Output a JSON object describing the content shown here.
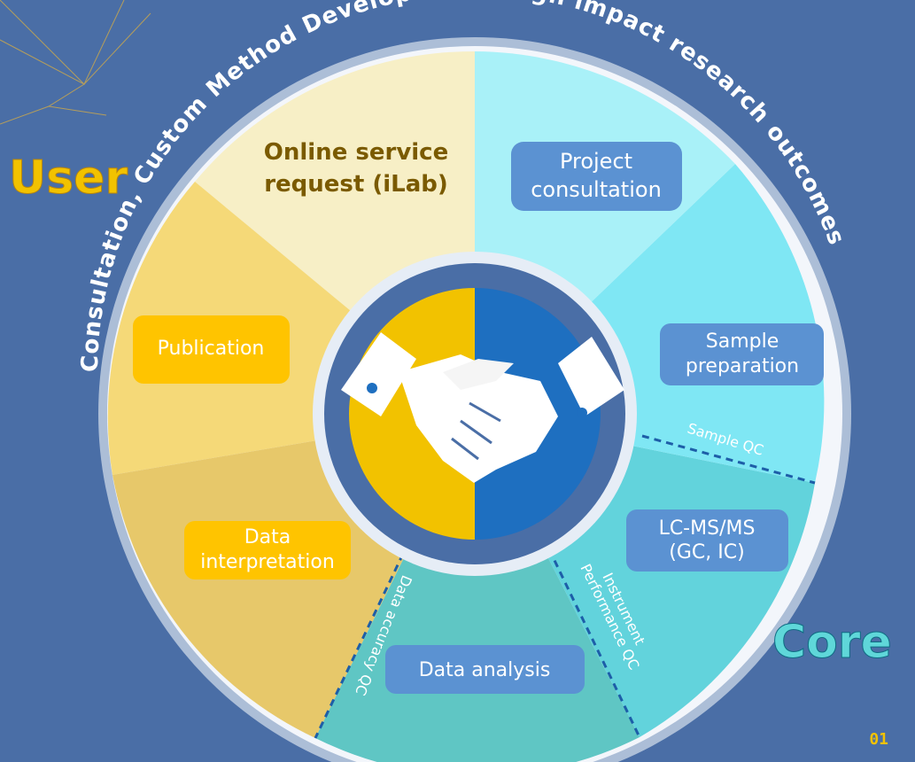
{
  "side_labels": {
    "user": "User",
    "core": "Core"
  },
  "arc_text": "Consultation, Custom Method Development, High impact research outcomes",
  "segments": {
    "online_service": "Online service request (iLab)",
    "project_consultation": "Project consultation",
    "sample_preparation": "Sample preparation",
    "lcms": "LC-MS/MS (GC, IC)",
    "data_analysis": "Data analysis",
    "data_interpretation": "Data interpretation",
    "publication": "Publication"
  },
  "qc_labels": {
    "sample_qc": "Sample QC",
    "instrument_qc": "Instrument Performance QC",
    "data_accuracy_qc": "Data accuracy QC"
  },
  "page_number": "01",
  "center_icon": "handshake-icon",
  "colors": {
    "background": "#4a6ea6",
    "user_accent": "#f2c200",
    "core_accent": "#1e6fc0",
    "segment_top_left": "#f7efc6",
    "segment_upper_left": "#f5d978",
    "segment_lower_left": "#e7c86a",
    "segment_top_right": "#a9f1f8",
    "segment_right": "#7fe7f4",
    "segment_lower_right": "#62d3dc",
    "segment_bottom": "#5fc6c4"
  }
}
